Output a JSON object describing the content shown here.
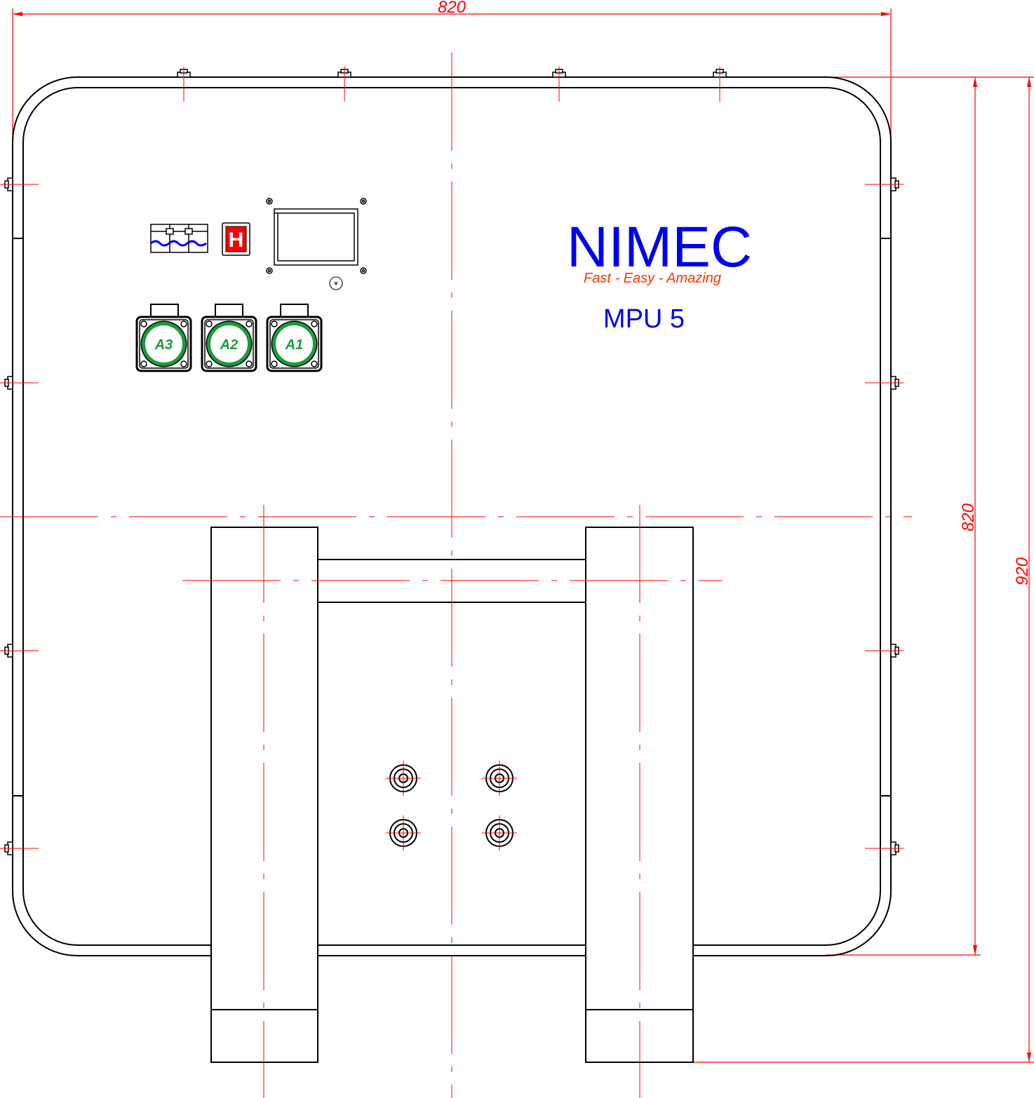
{
  "dimensions": {
    "width_top": "820",
    "height_inner": "820",
    "height_total": "920"
  },
  "branding": {
    "name": "NIMEC",
    "tagline": "Fast - Easy - Amazing",
    "model": "MPU 5"
  },
  "sockets": [
    {
      "label": "A3"
    },
    {
      "label": "A2"
    },
    {
      "label": "A1"
    }
  ],
  "main_switch": {
    "label": "H"
  },
  "colors": {
    "outline": "#000000",
    "dimension": "#ff0000",
    "brand": "#0000ee",
    "tagline": "#ff3300",
    "socket_ring": "#1a9a3c",
    "breaker_wire": "#0000ff",
    "switch": "#ff0000"
  }
}
